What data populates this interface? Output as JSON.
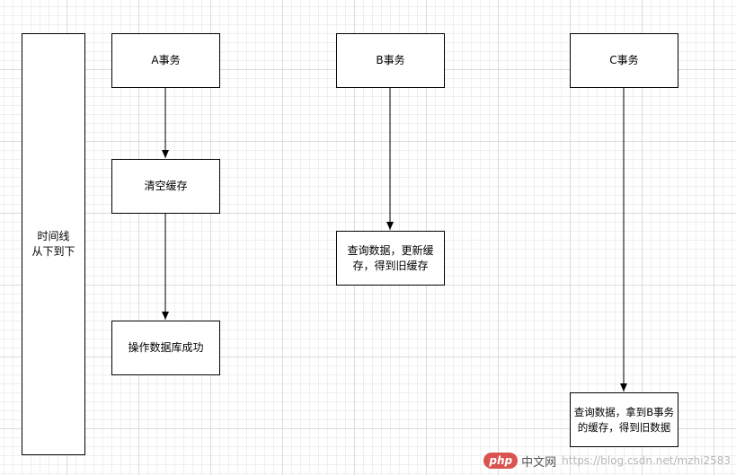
{
  "nodes": {
    "timeline": "时间线\n从下到下",
    "a_tx": "A事务",
    "a_clear": "清空缓存",
    "a_db": "操作数据库成功",
    "b_tx": "B事务",
    "b_query": "查询数据，更新缓\n存，得到旧缓存",
    "c_tx": "C事务",
    "c_query": "查询数据，拿到B事务\n的缓存，得到旧数据"
  },
  "watermark": {
    "logo": "php",
    "site": "中文网",
    "url": "https://blog.csdn.net/mzhi2583"
  }
}
